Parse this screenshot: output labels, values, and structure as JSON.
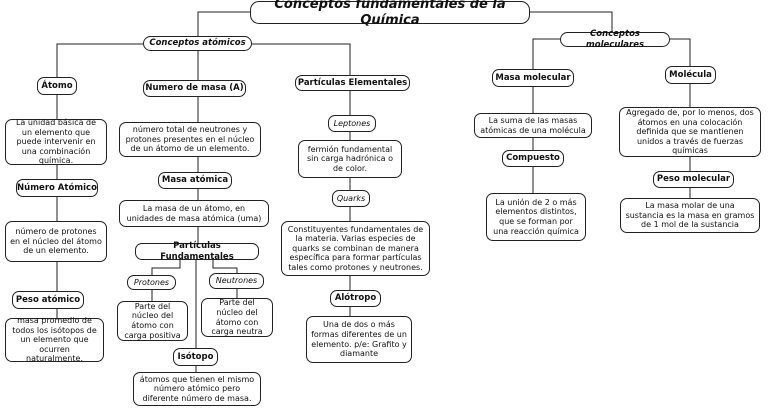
{
  "title": "Conceptos fundamentales de la Química",
  "categories": {
    "atomicos": "Conceptos atómicos",
    "moleculares": "Conceptos moleculares"
  },
  "atomo": {
    "label": "Átomo",
    "desc": "La unidad básica de un elemento que puede intervenir en una combinación química."
  },
  "numero_atomico": {
    "label": "Número Atómico",
    "desc": "número de protones en el núcleo del átomo de un elemento."
  },
  "peso_atomico": {
    "label": "Peso atómico",
    "desc": "masa promedio de todos los isótopos de un elemento que ocurren naturalmente."
  },
  "numero_masa": {
    "label": "Numero de masa (A)",
    "desc": "número total de neutrones y protones presentes en el núcleo de un átomo de un elemento."
  },
  "masa_atomica": {
    "label": "Masa atómica",
    "desc": "La masa de un átomo, en unidades de masa atómica (uma)"
  },
  "particulas_fundamentales": {
    "label": "Partículas Fundamentales",
    "protones": {
      "label": "Protones",
      "desc": "Parte del núcleo del átomo con carga positiva"
    },
    "neutrones": {
      "label": "Neutrones",
      "desc": "Parte del núcleo del átomo con carga neutra"
    }
  },
  "isotopo": {
    "label": "Isótopo",
    "desc": "átomos que tienen el mismo número atómico pero diferente número de masa."
  },
  "particulas_elementales": {
    "label": "Partículas Elementales",
    "leptones": {
      "label": "Leptones",
      "desc": "fermión fundamental sin carga hadrónica o de color."
    },
    "quarks": {
      "label": "Quarks",
      "desc": "Constituyentes fundamentales de la materia. Varias especies de quarks se combinan de manera específica para formar partículas tales como protones y neutrones."
    }
  },
  "alotropo": {
    "label": "Alótropo",
    "desc": "Una de dos o más formas diferentes de un elemento. p/e: Grafito y diamante"
  },
  "masa_molecular": {
    "label": "Masa molecular",
    "desc": "La suma de las masas atómicas de una molécula"
  },
  "compuesto": {
    "label": "Compuesto",
    "desc": "La unión de 2 o más elementos distintos, que se forman por una reacción química"
  },
  "molecula": {
    "label": "Molécula",
    "desc": "Agregado de, por lo menos, dos átomos en una colocación definida que se mantienen unidos a través de fuerzas químicas"
  },
  "peso_molecular": {
    "label": "Peso molecular",
    "desc": "La masa molar de una sustancia es la masa en gramos de 1 mol de la sustancia"
  }
}
